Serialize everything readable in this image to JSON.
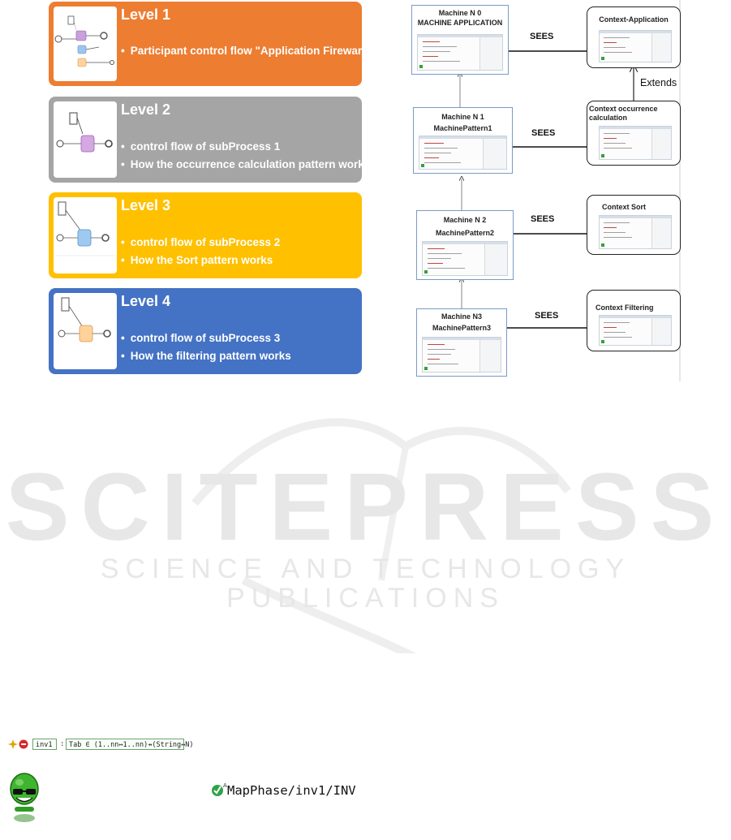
{
  "levels": [
    {
      "title": "Level 1",
      "color": "#ed7d31",
      "bullets": [
        "Participant control  flow \"Application Fireware\""
      ]
    },
    {
      "title": "Level 2",
      "color": "#a5a5a5",
      "bullets": [
        "control  flow of subProcess 1",
        "How the occurrence calculation pattern works"
      ]
    },
    {
      "title": "Level 3",
      "color": "#ffc000",
      "bullets": [
        "control  flow of subProcess 2",
        "How the Sort pattern works"
      ]
    },
    {
      "title": "Level 4",
      "color": "#4472c4",
      "bullets": [
        "control  flow of subProcess 3",
        "How the filtering pattern works"
      ]
    }
  ],
  "machines": [
    {
      "line1": "Machine N 0",
      "line2": "MACHINE APPLICATION"
    },
    {
      "line1": "Machine N 1",
      "line2": "MachinePattern1"
    },
    {
      "line1": "Machine N 2",
      "line2": "MachinePattern2"
    },
    {
      "line1": "Machine N3",
      "line2": "MachinePattern3"
    }
  ],
  "contexts": [
    {
      "label": "Context-Application"
    },
    {
      "label": "Context occurrence calculation"
    },
    {
      "label": "Context Sort"
    },
    {
      "label": "Context Filtering"
    }
  ],
  "relations": {
    "sees": "SEES",
    "extends": "Extends"
  },
  "watermark": {
    "big": "SCITEPRESS",
    "small": "SCIENCE AND TECHNOLOGY PUBLICATIONS"
  },
  "bottom": {
    "inv_name": "inv1",
    "colon": ":",
    "inv_expr": "Tab ∈ (1..nn↔1..nn)⇸(String↔N)",
    "map_label": "MapPhase/inv1/INV",
    "check_icon": "green-check-icon",
    "avatar_icon": "green-smiley-icon"
  }
}
